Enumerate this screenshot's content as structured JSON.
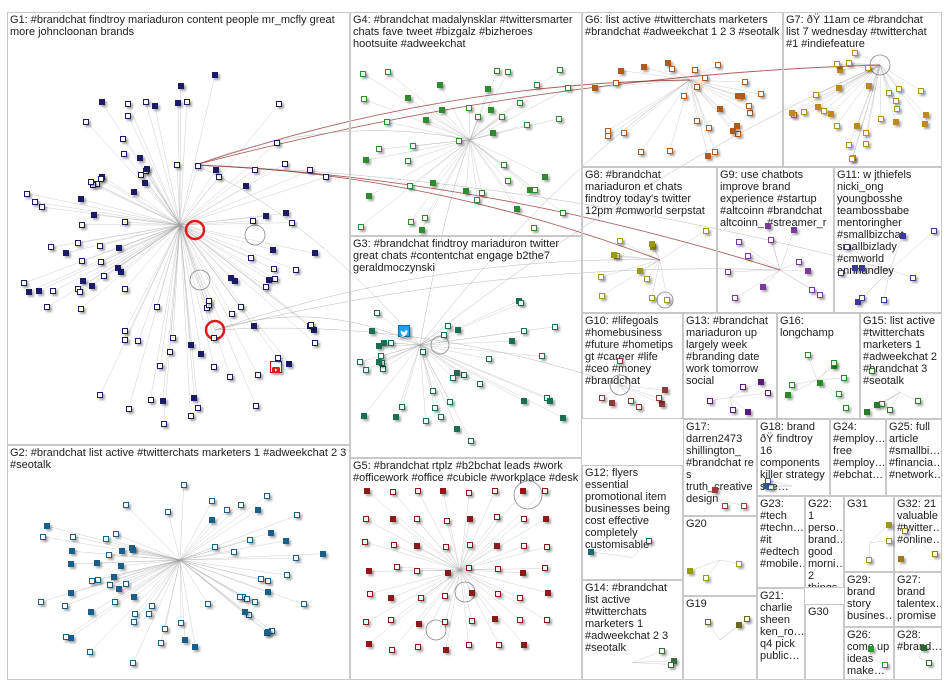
{
  "groups": [
    {
      "id": "G1",
      "label": "G1: #brandchat findtroy mariaduron content people mr_mcfly great more johncloonan brands",
      "color": "#1a1a66"
    },
    {
      "id": "G2",
      "label": "G2: #brandchat list active #twitterchats marketers 1 #adweekchat 2 3 #seotalk",
      "color": "#1a5f8a"
    },
    {
      "id": "G3",
      "label": "G3: #brandchat findtroy mariaduron twitter great chats #contentchat engage b2the7 geraldmoczynski",
      "color": "#1a6f50"
    },
    {
      "id": "G4",
      "label": "G4: #brandchat madalynsklar #twittersmarter chats fave tweet #bizgalz #bizheroes hootsuite #adweekchat",
      "color": "#2e8b2e"
    },
    {
      "id": "G5",
      "label": "G5: #brandchat rtplz #b2bchat leads #work #officework #office #cubicle #workplace #desk",
      "color": "#8b1a1a"
    },
    {
      "id": "G6",
      "label": "G6: list active #twitterchats marketers #brandchat #adweekchat 1 2 3 #seotalk",
      "color": "#b35a1a"
    },
    {
      "id": "G7",
      "label": "G7: ðŸ 11am ce #brandchat list 7 wednesday #twitterchat #1 #indiefeature",
      "color": "#c08a1a"
    },
    {
      "id": "G8",
      "label": "G8: #brandchat mariaduron et chats findtroy today's twitter 12pm #cmworld serpstat",
      "color": "#9a9a1a"
    },
    {
      "id": "G9",
      "label": "G9: use chatbots improve brand experience #startup #altcoinn #brandchat altcoinn_ #streamer_r",
      "color": "#7a3a9a"
    },
    {
      "id": "G10",
      "label": "G10: #lifegoals #homebusiness #future #hometips gt #career #life #ceo #money #brandchat",
      "color": "#8a3a3a"
    },
    {
      "id": "G11",
      "label": "G11: w jthiefels nicki_ong youngbosshe teambossbabe mentoringher #smallbizchat smallbizlady #cmworld annhandley",
      "color": "#3a3a9a"
    },
    {
      "id": "G12",
      "label": "G12: flyers essential promotional item businesses being cost effective completely customisable",
      "color": "#1a6a6a"
    },
    {
      "id": "G13",
      "label": "G13: #brandchat mariaduron up largely week #branding date work tomorrow social",
      "color": "#5a1a7a"
    },
    {
      "id": "G14",
      "label": "G14: #brandchat list active #twitterchats marketers 1 #adweekchat 2 3 #seotalk",
      "color": "#3a6a3a"
    },
    {
      "id": "G15",
      "label": "G15: list active #twitterchats marketers 1 #adweekchat 2 #brandchat 3 #seotalk",
      "color": "#2a7a2a"
    },
    {
      "id": "G16",
      "label": "G16: longchamp",
      "color": "#2a8a2a"
    },
    {
      "id": "G17",
      "label": "G17: darren2473 shillington_ #brandchat re s truth_creative design",
      "color": "#a03a3a"
    },
    {
      "id": "G18",
      "label": "G18: brand ðŸ findtroy 16 components killer strategy see…",
      "color": "#3a5a9a"
    },
    {
      "id": "G19",
      "label": "G19",
      "color": "#6a6a1a"
    },
    {
      "id": "G20",
      "label": "G20",
      "color": "#9a9a1a"
    },
    {
      "id": "G21",
      "label": "G21: charlie sheen ken_ro… q4 pick public…",
      "color": "#5a5a5a"
    },
    {
      "id": "G22",
      "label": "G22: 1 perso… brand… good morni… 2 things mug…",
      "color": "#6a3a1a"
    },
    {
      "id": "G23",
      "label": "G23: #tech #techn… #it #edtech #mobile…",
      "color": "#1a6a8a"
    },
    {
      "id": "G24",
      "label": "G24: #employ… free #employ… #ebchat…",
      "color": "#4a7a1a"
    },
    {
      "id": "G25",
      "label": "G25: full article #smallbi… #financia… #network…",
      "color": "#6a1a6a"
    },
    {
      "id": "G26",
      "label": "G26: come up ideas make…",
      "color": "#2a9a2a"
    },
    {
      "id": "G27",
      "label": "G27: brand talentex… promise",
      "color": "#6a2a2a"
    },
    {
      "id": "G28",
      "label": "G28: #brand…",
      "color": "#2a6a2a"
    },
    {
      "id": "G29",
      "label": "G29: brand story busines…",
      "color": "#9a6a1a"
    },
    {
      "id": "G30",
      "label": "G30",
      "color": "#6a6a6a"
    },
    {
      "id": "G31",
      "label": "G31",
      "color": "#9a9a1a"
    },
    {
      "id": "G32",
      "label": "G32: 21 valuable #twitter… #online…",
      "color": "#9a7a1a"
    }
  ],
  "colors": {
    "edge": "#9a9a9a",
    "strong_edge": "#8b1a1a",
    "hub_ring": "#e01a1a"
  },
  "icons": [
    "twitter-bird-icon",
    "youtube-play-icon"
  ]
}
